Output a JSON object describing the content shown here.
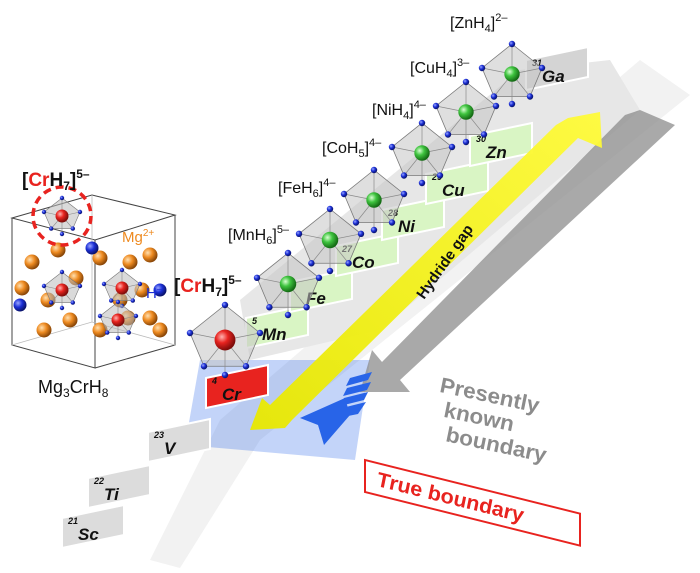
{
  "crystal": {
    "formula_top": {
      "open": "[",
      "metal": "Cr",
      "ligand": "H",
      "sub": "7",
      "close": "]",
      "charge": "5–"
    },
    "mg_label": "Mg",
    "mg_charge": "2+",
    "h_label": "H",
    "h_charge": "–",
    "compound": {
      "a": "Mg",
      "sub_a": "3",
      "b": "CrH",
      "sub_b": "8"
    }
  },
  "complexes": [
    {
      "open": "[",
      "metal": "Cr",
      "ligand": "H",
      "sub": "7",
      "close": "]",
      "charge": "5–"
    },
    {
      "text": "[MnH",
      "sub": "6",
      "close": "]",
      "charge": "5–"
    },
    {
      "text": "[FeH",
      "sub": "6",
      "close": "]",
      "charge": "4–"
    },
    {
      "text": "[CoH",
      "sub": "5",
      "close": "]",
      "charge": "4–"
    },
    {
      "text": "[NiH",
      "sub": "4",
      "close": "]",
      "charge": "4–"
    },
    {
      "text": "[CuH",
      "sub": "4",
      "close": "]",
      "charge": "3–"
    },
    {
      "text": "[ZnH",
      "sub": "4",
      "close": "]",
      "charge": "2–"
    }
  ],
  "elements": [
    {
      "num": "21",
      "sym": "Sc"
    },
    {
      "num": "22",
      "sym": "Ti"
    },
    {
      "num": "23",
      "sym": "V"
    },
    {
      "num": "4",
      "sym": "Cr"
    },
    {
      "num": "5",
      "sym": "Mn"
    },
    {
      "num": "",
      "sym": "Fe"
    },
    {
      "num": "27",
      "sym": "Co"
    },
    {
      "num": "28",
      "sym": "Ni"
    },
    {
      "num": "29",
      "sym": "Cu"
    },
    {
      "num": "30",
      "sym": "Zn"
    },
    {
      "num": "31",
      "sym": "Ga"
    }
  ],
  "labels": {
    "hydride_gap": "Hydride gap",
    "presently": [
      "Presently",
      "known",
      "boundary"
    ],
    "true_boundary": "True boundary"
  },
  "colors": {
    "chromium_red": "#e8231f",
    "hydride_blue": "#1b2fd6",
    "magnesium_orange": "#ee8a20",
    "nickel_green": "#3fc43f",
    "gap_yellow": "#f4f000",
    "cell_green": "#d9f5c4",
    "boundary_gray": "#8c8c8c",
    "true_blue": "#2864e8"
  }
}
